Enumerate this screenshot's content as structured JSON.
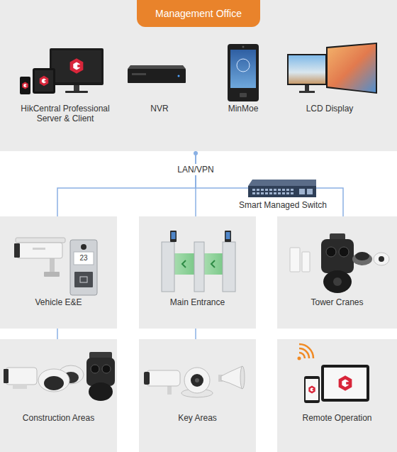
{
  "diagram": {
    "nodes": [
      {
        "text": [
          "Management Office",
          "HikCentral Professional Server & Client",
          "NVR",
          "MinMoe",
          "LCD Display"
        ]
      },
      {
        "text": [
          "Vehicle E&E"
        ]
      },
      {
        "text": [
          "Main Entrance"
        ]
      },
      {
        "text": [
          "Tower Cranes"
        ]
      },
      {
        "text": [
          "Construction Areas"
        ]
      },
      {
        "text": [
          "Key Areas"
        ]
      },
      {
        "text": [
          "Remote Operation"
        ]
      }
    ],
    "edges": [
      {
        "from": 0,
        "to": 1,
        "arrow": "none"
      },
      {
        "from": 0,
        "to": 2,
        "label": "LAN/VPN",
        "arrow": "none"
      },
      {
        "from": 0,
        "to": 3,
        "arrow": "none"
      },
      {
        "from": 1,
        "to": 4,
        "arrow": "none"
      },
      {
        "from": 2,
        "to": 5,
        "arrow": "none"
      }
    ],
    "labels": [
      "Smart Managed Switch",
      "23"
    ]
  }
}
